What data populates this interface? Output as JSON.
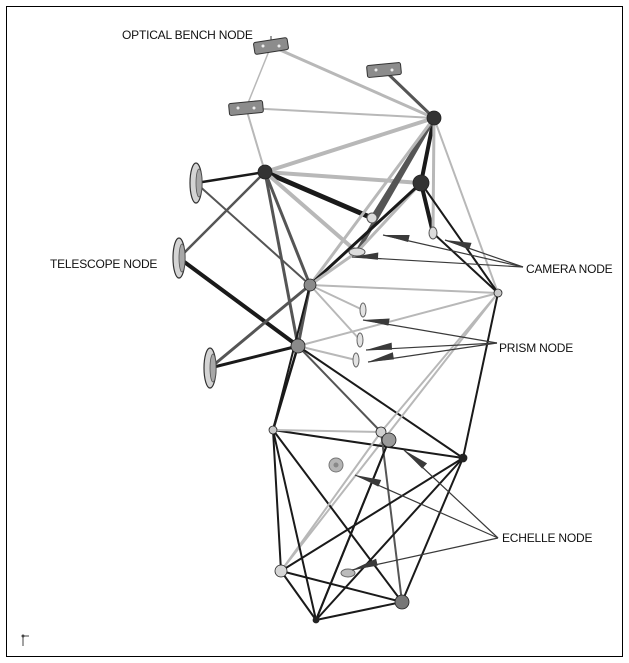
{
  "labels": {
    "optical_bench": "OPTICAL BENCH NODE",
    "telescope": "TELESCOPE NODE",
    "camera": "CAMERA NODE",
    "prism": "PRISM NODE",
    "echelle": "ECHELLE NODE"
  },
  "colors": {
    "background": "#ffffff",
    "strut_dark": "#1a1a1a",
    "strut_mid": "#555555",
    "strut_light": "#b8b8b8",
    "node": "#9a9a9a",
    "pad": "#8c8c8c",
    "arrow": "#3a3a3a"
  },
  "icons": {
    "axis_triad": "axis-triad-icon"
  }
}
